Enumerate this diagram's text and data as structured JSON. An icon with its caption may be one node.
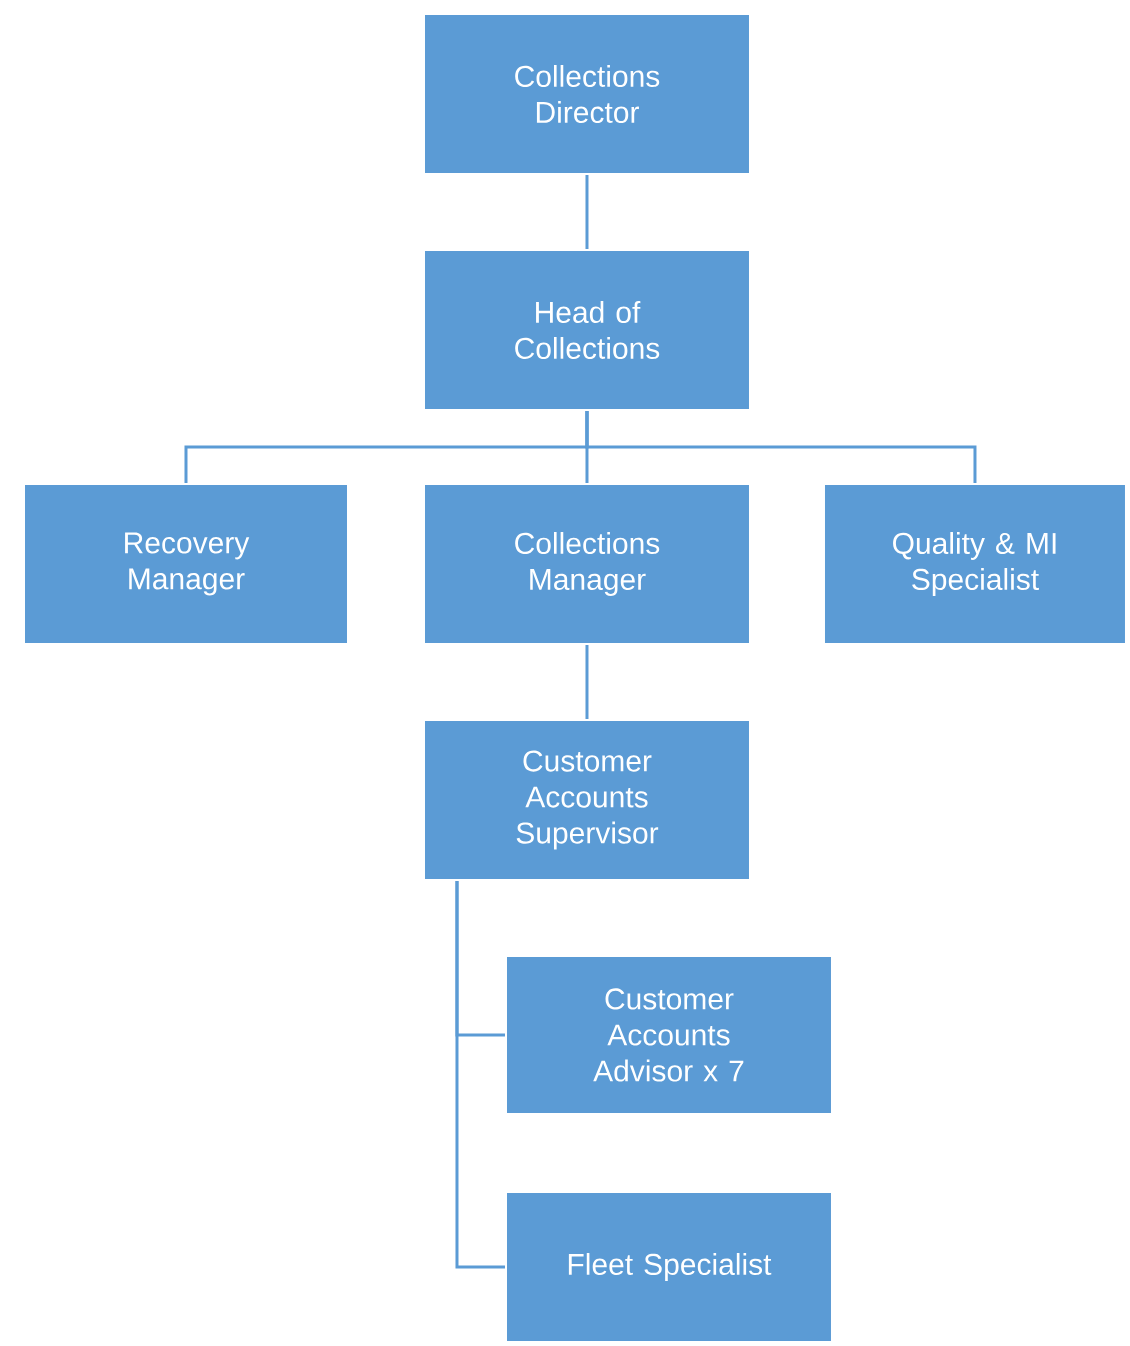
{
  "diagram": {
    "nodes": [
      {
        "text": [
          "Collections Director"
        ]
      },
      {
        "text": [
          "Head of Collections"
        ]
      },
      {
        "text": [
          "Recovery Manager"
        ]
      },
      {
        "text": [
          "Collections Manager"
        ]
      },
      {
        "text": [
          "Quality & MI Specialist"
        ]
      },
      {
        "text": [
          "Customer Accounts Supervisor"
        ]
      },
      {
        "text": [
          "Customer Accounts Advisor x 7"
        ]
      },
      {
        "text": [
          "Fleet Specialist"
        ]
      }
    ],
    "edges": [
      {
        "from": 0,
        "to": 1,
        "arrow": "none"
      },
      {
        "from": 1,
        "to": 2,
        "arrow": "none"
      },
      {
        "from": 1,
        "to": 3,
        "arrow": "none"
      },
      {
        "from": 1,
        "to": 4,
        "arrow": "none"
      },
      {
        "from": 3,
        "to": 5,
        "arrow": "none"
      },
      {
        "from": 5,
        "to": 6,
        "arrow": "none"
      },
      {
        "from": 5,
        "to": 7,
        "arrow": "none"
      }
    ]
  }
}
